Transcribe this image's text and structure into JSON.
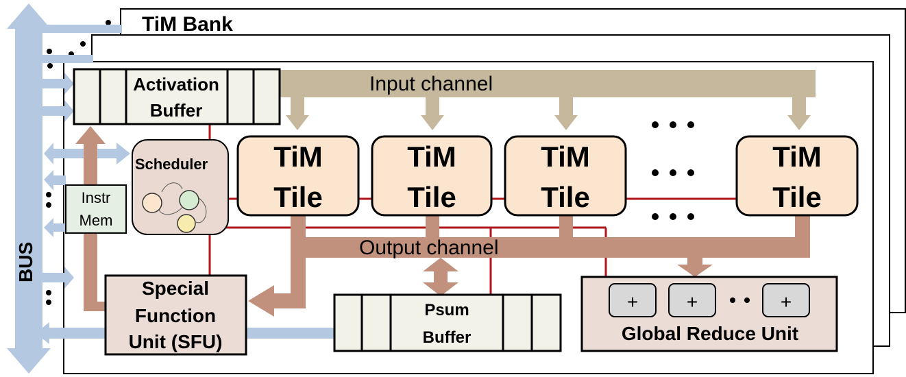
{
  "bank_label": "TiM Bank",
  "bus_label": "BUS",
  "activation_buffer": {
    "line1": "Activation",
    "line2": "Buffer"
  },
  "input_channel_label": "Input channel",
  "output_channel_label": "Output channel",
  "scheduler_label": "Scheduler",
  "instr_mem": {
    "line1": "Instr",
    "line2": "Mem"
  },
  "tiles": [
    {
      "line1": "TiM",
      "line2": "Tile"
    },
    {
      "line1": "TiM",
      "line2": "Tile"
    },
    {
      "line1": "TiM",
      "line2": "Tile"
    },
    {
      "line1": "TiM",
      "line2": "Tile"
    }
  ],
  "sfu": {
    "line1": "Special",
    "line2": "Function",
    "line3": "Unit (SFU)"
  },
  "psum_buffer": {
    "line1": "Psum",
    "line2": "Buffer"
  },
  "global_reduce": {
    "label": "Global Reduce Unit",
    "adders": [
      "+",
      "+",
      "+"
    ]
  },
  "colors": {
    "bus_blue": "#b4c8e1",
    "input_tan": "#c6b89d",
    "output_brown": "#c1917e",
    "red_line": "#b2161b",
    "tile_fill": "#fbe5cf",
    "scheduler_fill": "#ead9d1",
    "instr_fill": "#e6efe4",
    "buffer_fill": "#f2f2e9",
    "reduce_fill": "#ecdcd6",
    "adder_fill": "#d8d8d8"
  }
}
